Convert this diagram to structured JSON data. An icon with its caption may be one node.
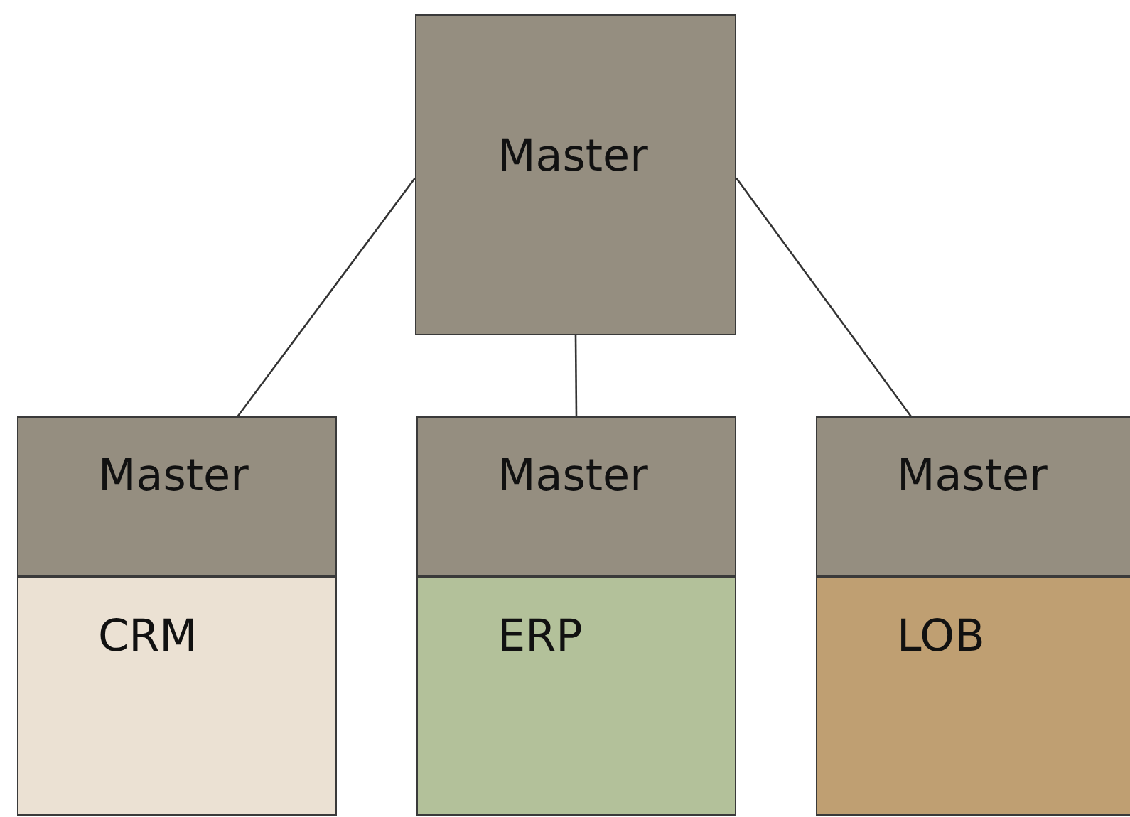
{
  "diagram": {
    "nodes": [
      {
        "text": [
          "Master"
        ]
      },
      {
        "text": [
          "Master"
        ]
      },
      {
        "text": [
          "CRM"
        ]
      },
      {
        "text": [
          "Master"
        ]
      },
      {
        "text": [
          "ERP"
        ]
      },
      {
        "text": [
          "Master"
        ]
      },
      {
        "text": [
          "LOB"
        ]
      }
    ],
    "edges": [
      {
        "from": 0,
        "to": 1,
        "arrow": "none"
      },
      {
        "from": 0,
        "to": 3,
        "arrow": "none"
      },
      {
        "from": 0,
        "to": 5,
        "arrow": "none"
      }
    ]
  }
}
